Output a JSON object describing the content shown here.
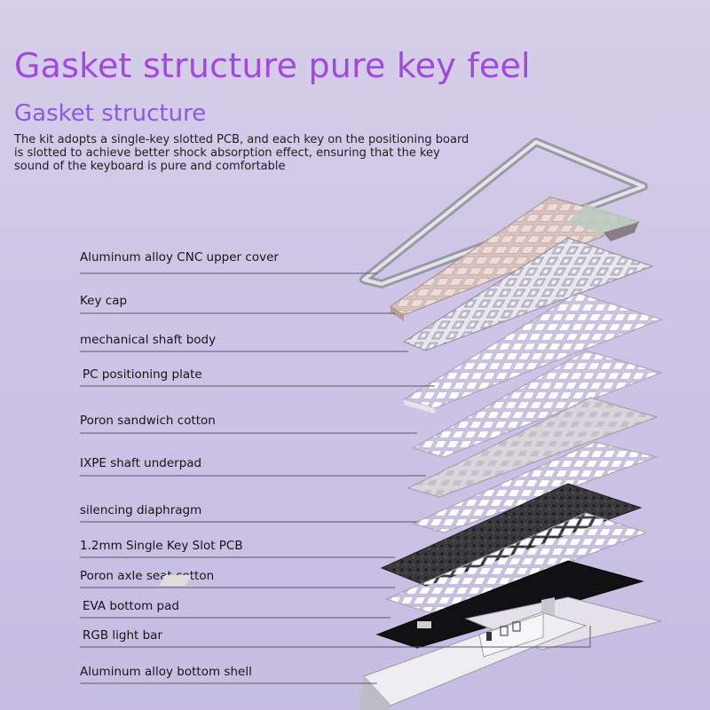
{
  "heading": "Gasket structure pure key feel",
  "subheading": "Gasket structure",
  "description": "The kit adopts a single-key slotted PCB, and each key on the positioning board is slotted to achieve better shock absorption effect, ensuring that the key sound of the keyboard is pure and comfortable",
  "layers": [
    {
      "label": "Aluminum alloy CNC upper cover"
    },
    {
      "label": "Key cap"
    },
    {
      "label": "mechanical shaft body"
    },
    {
      "label": "PC positioning plate"
    },
    {
      "label": "Poron sandwich cotton"
    },
    {
      "label": "IXPE shaft underpad"
    },
    {
      "label": "silencing diaphragm"
    },
    {
      "label": "1.2mm Single Key Slot PCB"
    },
    {
      "label": "Poron axle seat cotton"
    },
    {
      "label": "EVA bottom pad"
    },
    {
      "label": "RGB light bar"
    },
    {
      "label": "Aluminum alloy bottom shell"
    }
  ],
  "colors": {
    "heading": "#a347e0",
    "subheading": "#8c5ae0",
    "background": "#cdc4e6",
    "leader_line": "#5a5a66"
  }
}
